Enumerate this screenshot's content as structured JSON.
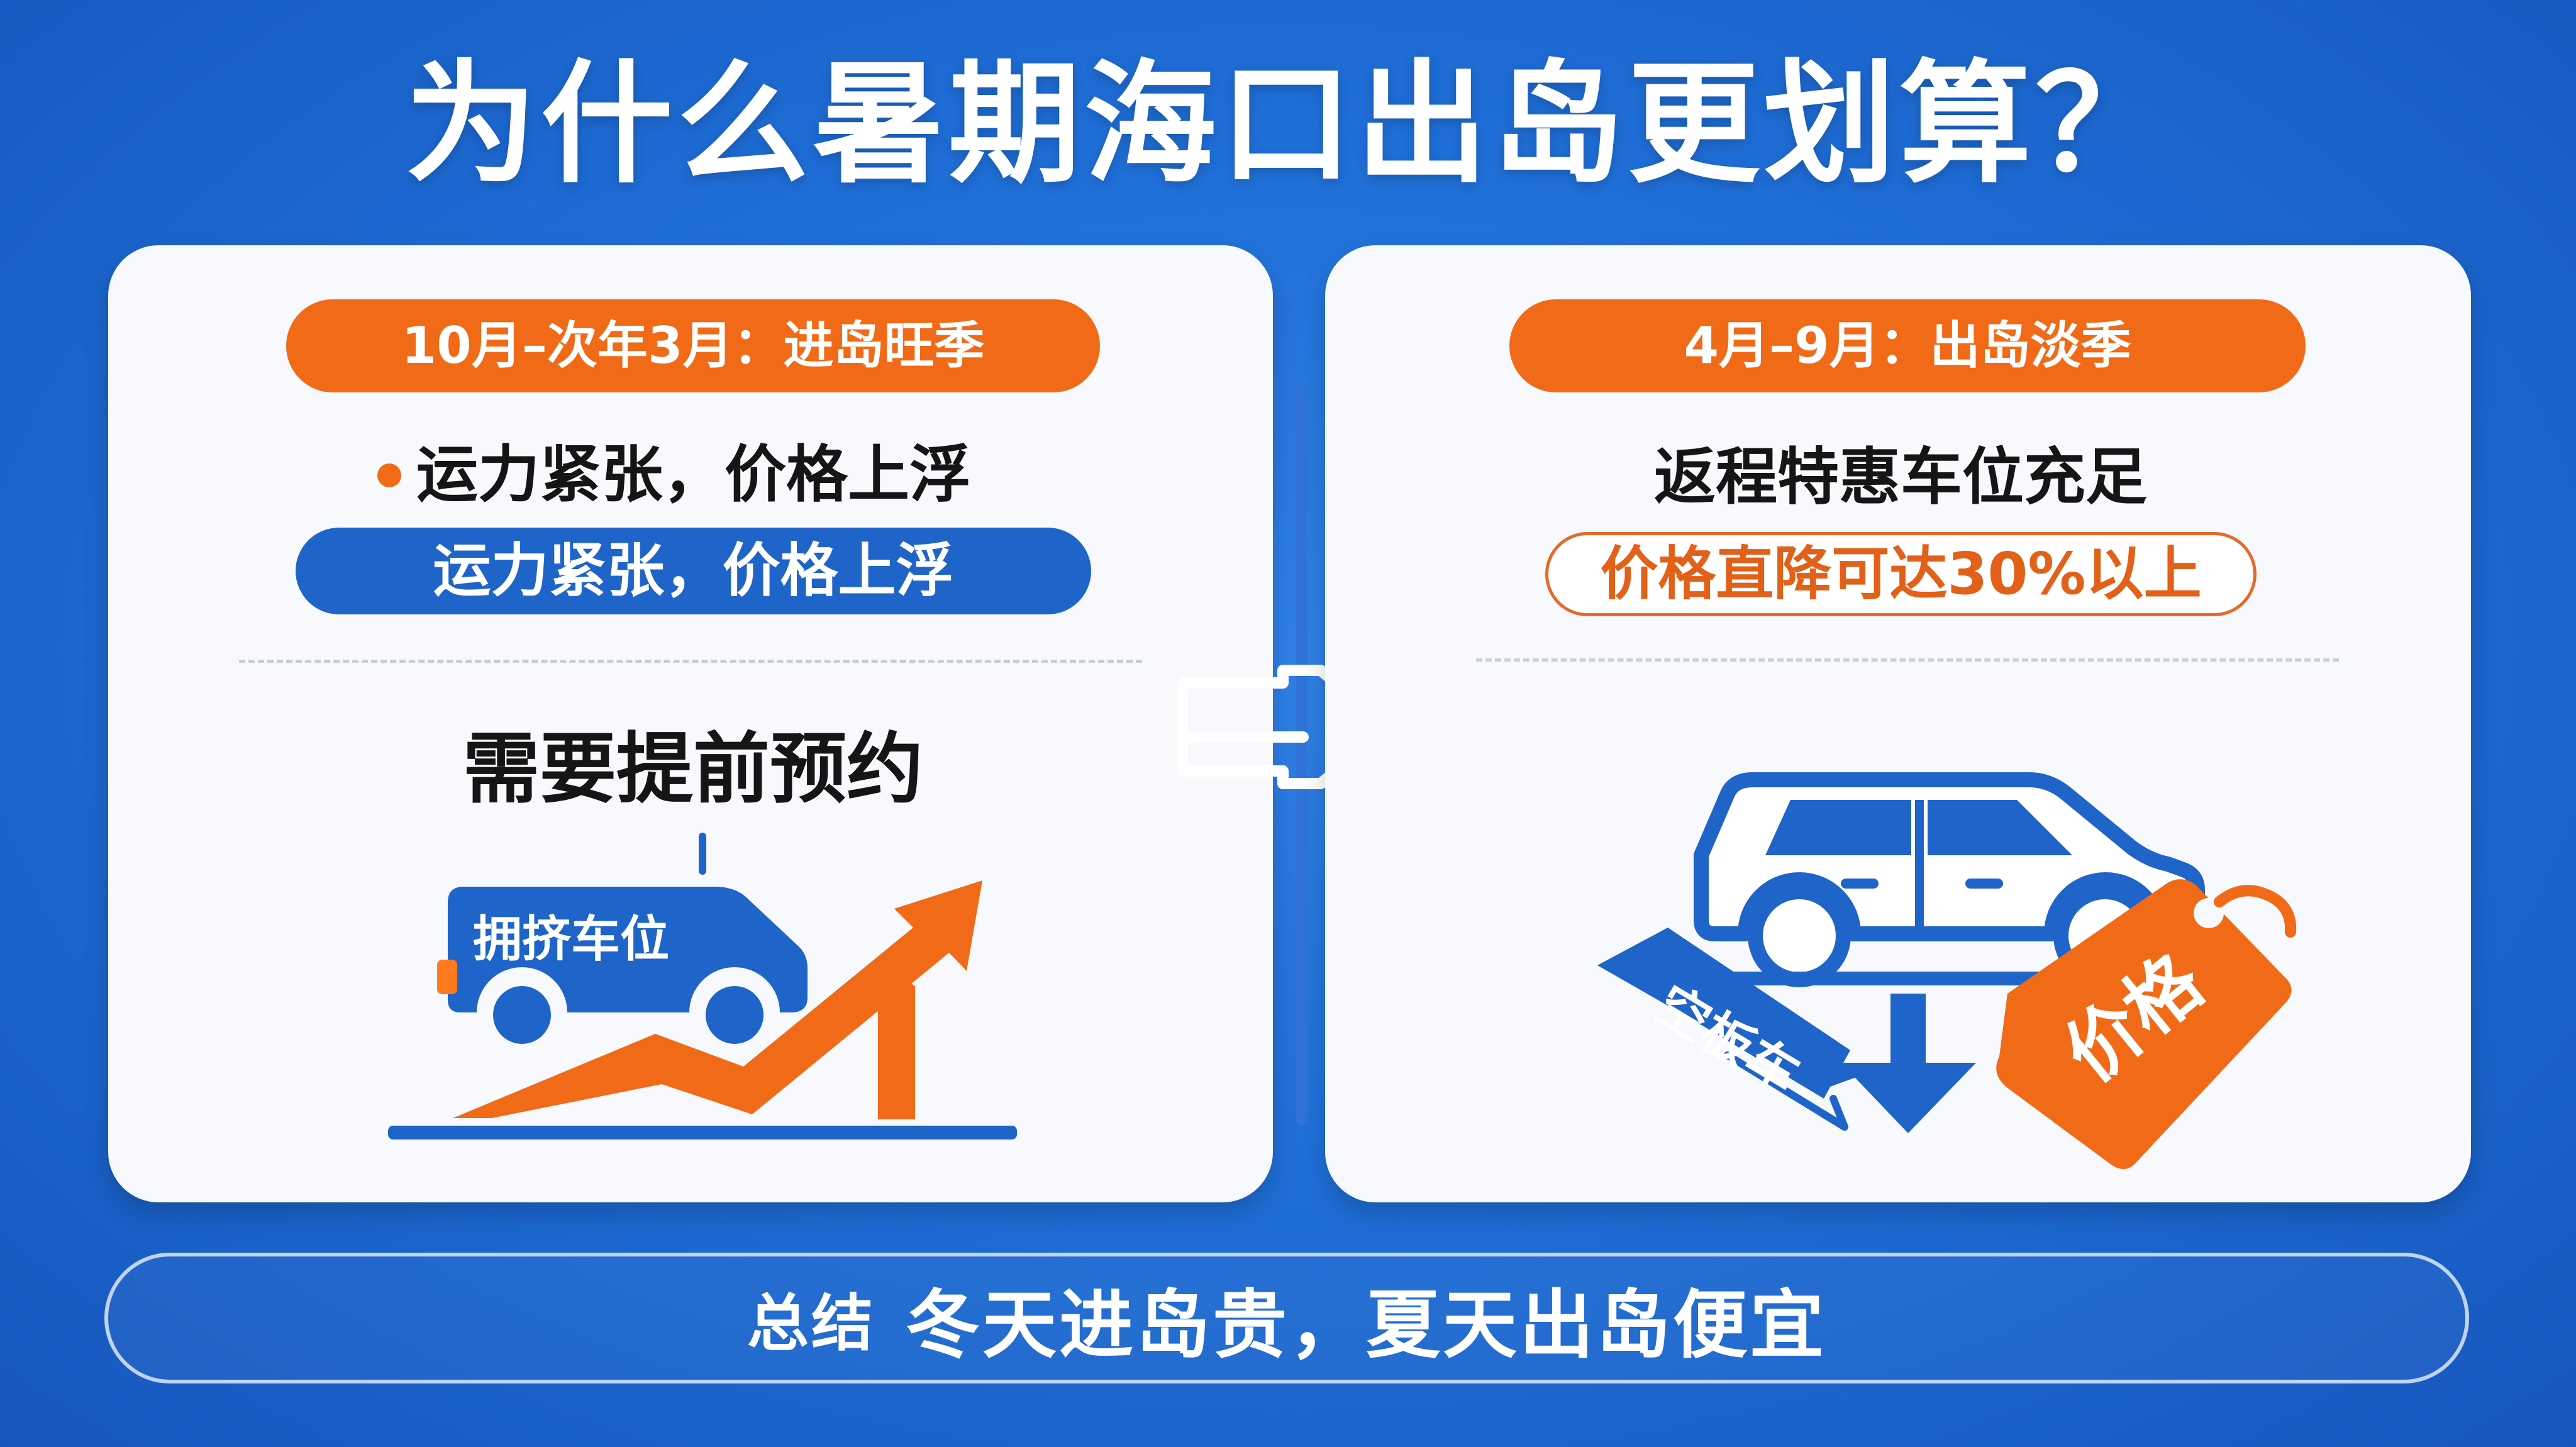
{
  "title": "为什么暑期海口出岛更划算？",
  "left_panel": {
    "season_label": "10月–次年3月：进岛旺季",
    "bullet_text": "运力紧张，价格上浮",
    "highlight_text": "运力紧张，价格上浮",
    "booking_text": "需要提前预约",
    "vehicle_label": "拥挤车位"
  },
  "right_panel": {
    "season_label": "4月–9月：出岛淡季",
    "subtitle": "返程特惠车位充足",
    "discount_text": "价格直降可达30%以上",
    "empty_tag_text": "空板车",
    "price_tag_text": "价格"
  },
  "summary": {
    "label": "总结",
    "text": "冬天进岛贵，夏天出岛便宜"
  },
  "colors": {
    "orange": "#f16a17",
    "blue": "#1f64c8",
    "bg_blue": "#1f6fd8",
    "white": "#ffffff"
  },
  "icons": {
    "left_vehicle": "crowded-van-icon",
    "left_trend": "rising-price-arrow-icon",
    "center_transition": "right-arrow-icon",
    "right_car": "car-icon",
    "down_arrow": "down-arrow-icon",
    "empty_tag": "empty-carrier-tag-icon",
    "price_tag": "price-tag-icon"
  }
}
